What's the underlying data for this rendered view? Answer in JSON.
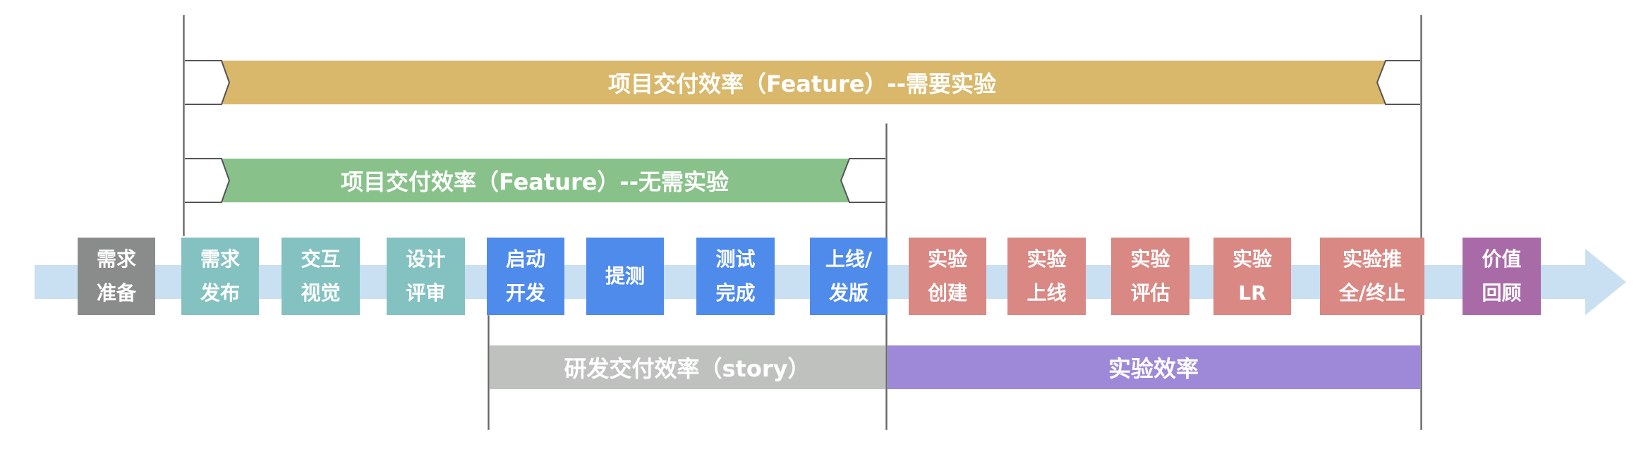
{
  "colors": {
    "yellow": "#D9B86B",
    "green": "#88C28A",
    "gray_box": "#8A8C8B",
    "teal": "#84C2C1",
    "blue": "#4F8BEB",
    "red": "#D98883",
    "purple_box": "#A96BA8",
    "purple_bar": "#9E88D8",
    "gray_bar": "#BFC1BF",
    "band": "#C9DFF2"
  },
  "bars": {
    "feature_with_experiment": "项目交付效率（Feature）--需要实验",
    "feature_no_experiment": "项目交付效率（Feature）--无需实验",
    "story": "研发交付效率（story）",
    "experiment": "实验效率"
  },
  "stages": [
    {
      "l1": "需求",
      "l2": "准备"
    },
    {
      "l1": "需求",
      "l2": "发布"
    },
    {
      "l1": "交互",
      "l2": "视觉"
    },
    {
      "l1": "设计",
      "l2": "评审"
    },
    {
      "l1": "启动",
      "l2": "开发"
    },
    {
      "l1": "提测",
      "l2": ""
    },
    {
      "l1": "测试",
      "l2": "完成"
    },
    {
      "l1": "上线/",
      "l2": "发版"
    },
    {
      "l1": "实验",
      "l2": "创建"
    },
    {
      "l1": "实验",
      "l2": "上线"
    },
    {
      "l1": "实验",
      "l2": "评估"
    },
    {
      "l1": "实验",
      "l2": "LR"
    },
    {
      "l1": "实验推",
      "l2": "全/终止"
    },
    {
      "l1": "价值",
      "l2": "回顾"
    }
  ]
}
